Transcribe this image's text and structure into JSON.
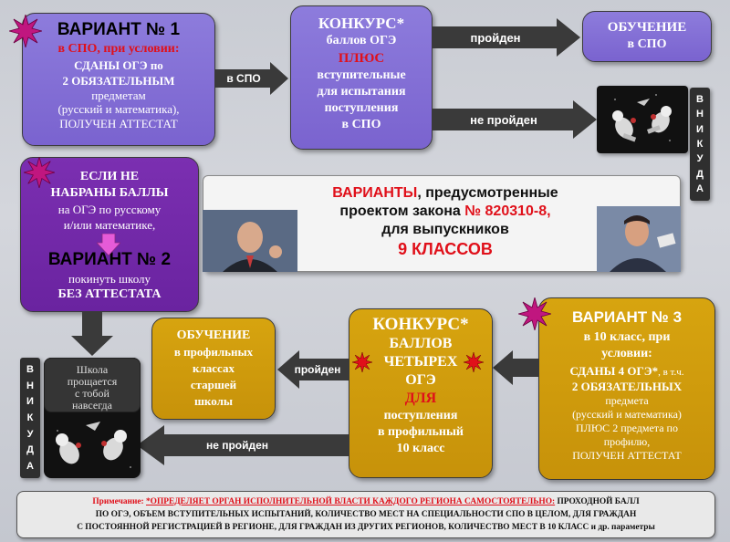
{
  "variant1": {
    "title": "ВАРИАНТ № 1",
    "subtitle": "в СПО, при условии:",
    "lines": [
      "СДАНЫ ОГЭ по",
      "2 ОБЯЗАТЕЛЬНЫМ",
      "предметам",
      "(русский и математика),",
      "ПОЛУЧЕН АТТЕСТАТ"
    ]
  },
  "arrow_v1_to_contest": "в СПО",
  "contest_spo": {
    "line1": "КОНКУРС*",
    "line2": "баллов ОГЭ",
    "line3": "ПЛЮС",
    "line4": "вступительные",
    "line5": "для испытания",
    "line6": "поступления",
    "line7": "в СПО"
  },
  "arrow_passed_top": "пройден",
  "arrow_failed_top": "не пройден",
  "training_spo": {
    "line1": "ОБУЧЕНИЕ",
    "line2": "в СПО"
  },
  "nowhere_right": [
    "В",
    "Н",
    "И",
    "К",
    "У",
    "Д",
    "А"
  ],
  "if_not": {
    "lines": [
      "ЕСЛИ НЕ",
      "НАБРАНЫ БАЛЛЫ",
      "на ОГЭ по русскому",
      "и/или математике,"
    ],
    "title": "ВАРИАНТ № 2",
    "line5": "покинуть школу",
    "line6": "БЕЗ АТТЕСТАТА"
  },
  "banner": {
    "part1": "ВАРИАНТЫ",
    "part2": ", предусмотренные",
    "line2a": "проектом закона ",
    "line2b": "№ 820310-8,",
    "line3": "для выпускников",
    "line4": "9 КЛАССОВ"
  },
  "variant3": {
    "title": "ВАРИАНТ № 3",
    "line1": "в 10 класс, при",
    "line2": "условии:",
    "line3a": "СДАНЫ 4 ОГЭ*",
    "line3b": ", в т.ч.",
    "line4": "2 ОБЯЗАТЕЛЬНЫХ",
    "line5": "предмета",
    "line6": "(русский и математика)",
    "line7": "ПЛЮС 2 предмета по",
    "line8": "профилю,",
    "line9": "ПОЛУЧЕН АТТЕСТАТ"
  },
  "contest_10": {
    "line1": "КОНКУРС*",
    "line2": "БАЛЛОВ",
    "line3": "ЧЕТЫРЕХ",
    "line4": "ОГЭ",
    "line5": "ДЛЯ",
    "line6": "поступления",
    "line7": "в профильный",
    "line8": "10 класс"
  },
  "arrow_passed_bottom": "пройден",
  "arrow_failed_bottom": "не пройден",
  "training_profile": {
    "lines": [
      "ОБУЧЕНИЕ",
      "в профильных",
      "классах",
      "старшей",
      "школы"
    ]
  },
  "school_farewell": {
    "lines": [
      "Школа",
      "прощается",
      "с тобой",
      "навсегда"
    ]
  },
  "nowhere_left": [
    "В",
    "Н",
    "И",
    "К",
    "У",
    "Д",
    "А"
  ],
  "note": {
    "label": "Примечание: ",
    "text1": "*ОПРЕДЕЛЯЕТ ОРГАН ИСПОЛНИТЕЛЬНОЙ ВЛАСТИ КАЖДОГО РЕГИОНА САМОСТОЯТЕЛЬНО:",
    "text2": " ПРОХОДНОЙ БАЛЛ",
    "line2": "ПО ОГЭ, ОБЪЕМ ВСТУПИТЕЛЬНЫХ ИСПЫТАНИЙ, КОЛИЧЕСТВО МЕСТ НА СПЕЦИАЛЬНОСТИ СПО В ЦЕЛОМ, ДЛЯ ГРАЖДАН",
    "line3": "С ПОСТОЯННОЙ РЕГИСТРАЦИЕЙ В РЕГИОНЕ, ДЛЯ ГРАЖДАН ИЗ ДРУГИХ РЕГИОНОВ, КОЛИЧЕСТВО МЕСТ В 10 КЛАСС и др. параметры"
  },
  "colors": {
    "purple": "#7a63cf",
    "dark_purple": "#6a23a0",
    "gold": "#c7920a",
    "red": "#e0101a",
    "burst": "#c0167f"
  }
}
